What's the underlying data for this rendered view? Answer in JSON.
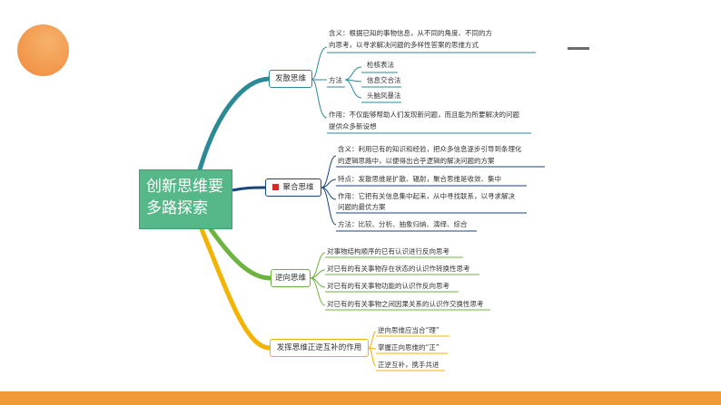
{
  "root": {
    "line1": "创新思维要",
    "line2": "多路探索"
  },
  "branches": [
    {
      "label": "发散思维",
      "meaning": [
        "含义：根据已知的事物信息，从不同的角度、不同的方",
        "向思考，以寻求解决问题的多样性答案的思维方式"
      ],
      "method_label": "方法",
      "methods": [
        "检核表法",
        "信息交合法",
        "头脑风暴法"
      ],
      "effect": [
        "作用：不仅能够帮助人们发现新问题，而且能为所要解决的问题",
        "提供众多新设想"
      ]
    },
    {
      "label": "聚合思维",
      "meaning": [
        "含义：利用已有的知识和经验，把众多信息逐步引导到条理化",
        "的逻辑思路中，以便得出合乎逻辑的解决问题的方案"
      ],
      "feature": "特点：发散思维是扩散、辐射，聚合思维是收敛、集中",
      "effect": [
        "作用：它把有关信息集中起来，从中寻找联系，以寻求解决",
        "问题的最优方案"
      ],
      "method": "方法：比较、分析、抽象归纳、演绎、综合"
    },
    {
      "label": "逆向思维",
      "items": [
        "对事物结构顺序的已有认识进行反向思考",
        "对已有的有关事物存在状态的认识作转换性思考",
        "对已有的有关事物功能的认识作反向思考",
        "对已有的有关事物之间因果关系的认识作交换性思考"
      ]
    },
    {
      "label": "发挥思维正逆互补的作用",
      "items": [
        "逆向思维应当合“理”",
        "掌握正向思维的“正”",
        "正逆互补，携手共进"
      ]
    }
  ],
  "colors": {
    "accent_orange": "#ef9a37",
    "root_green": "#56b889",
    "teal": "#2b8a96",
    "navy": "#17457c",
    "green": "#6db33f",
    "yellow": "#f2b400"
  }
}
